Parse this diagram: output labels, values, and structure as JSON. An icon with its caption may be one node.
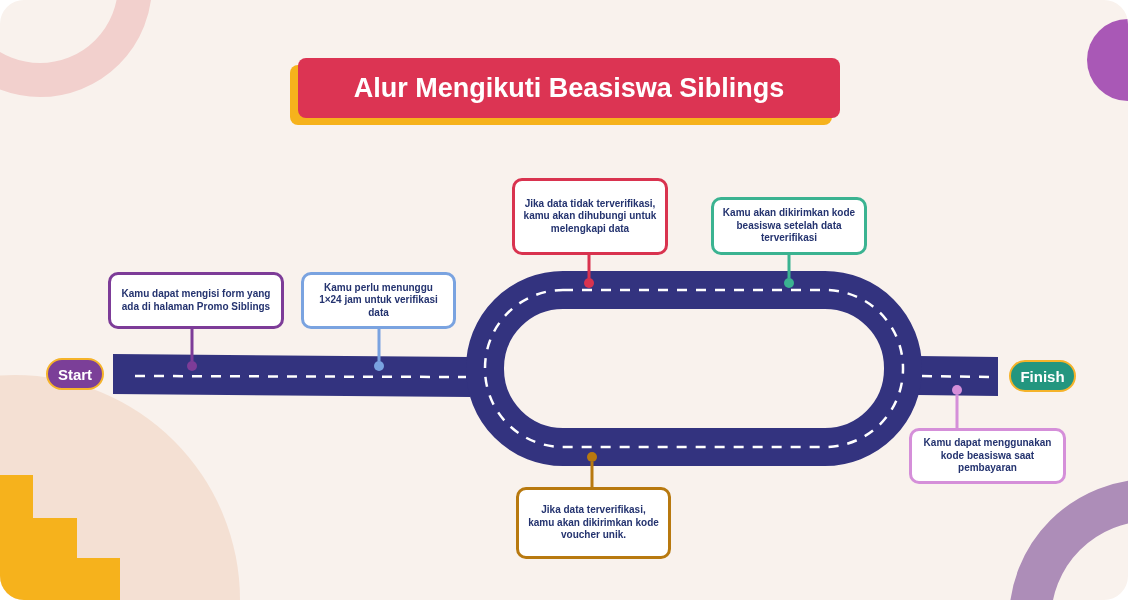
{
  "diagram": {
    "title": "Alur Mengikuti Beasiswa Siblings",
    "nodes": [
      {
        "text": [
          "Start"
        ]
      },
      {
        "text": [
          "Kamu dapat mengisi form yang ada di halaman **Promo Siblings**"
        ]
      },
      {
        "text": [
          "Kamu perlu menunggu 1×24 jam untuk verifikasi data"
        ]
      },
      {
        "text": [
          "Jika data tidak terverifikasi, kamu akan dihubungi untuk melengkapi data"
        ]
      },
      {
        "text": [
          "Kamu akan dikirimkan kode beasiswa setelah data terverifikasi"
        ]
      },
      {
        "text": [
          "Jika data terverifikasi, kamu akan dikirimkan kode voucher unik."
        ]
      },
      {
        "text": [
          "Kamu dapat menggunakan kode beasiswa saat pembayaran"
        ]
      },
      {
        "text": [
          "Finish"
        ]
      },
      {
        "text": [],
        "shape": "circle"
      },
      {
        "text": [],
        "shape": "circle"
      },
      {
        "text": [],
        "shape": "circle"
      },
      {
        "text": [],
        "shape": "circle"
      },
      {
        "text": [],
        "shape": "circle"
      },
      {
        "text": [],
        "shape": "circle"
      }
    ],
    "edges": [
      {
        "from": 1,
        "to": 8,
        "arrow": "none",
        "color": "#7d3c98"
      },
      {
        "from": 2,
        "to": 9,
        "arrow": "none",
        "color": "#7aa3e0"
      },
      {
        "from": 3,
        "to": 10,
        "arrow": "none",
        "color": "#d9334f"
      },
      {
        "from": 4,
        "to": 12,
        "arrow": "none",
        "color": "#3bb391"
      },
      {
        "from": 5,
        "to": 11,
        "arrow": "none",
        "color": "#b8790f"
      },
      {
        "from": 6,
        "to": 13,
        "arrow": "none",
        "color": "#d58fd9"
      }
    ]
  }
}
